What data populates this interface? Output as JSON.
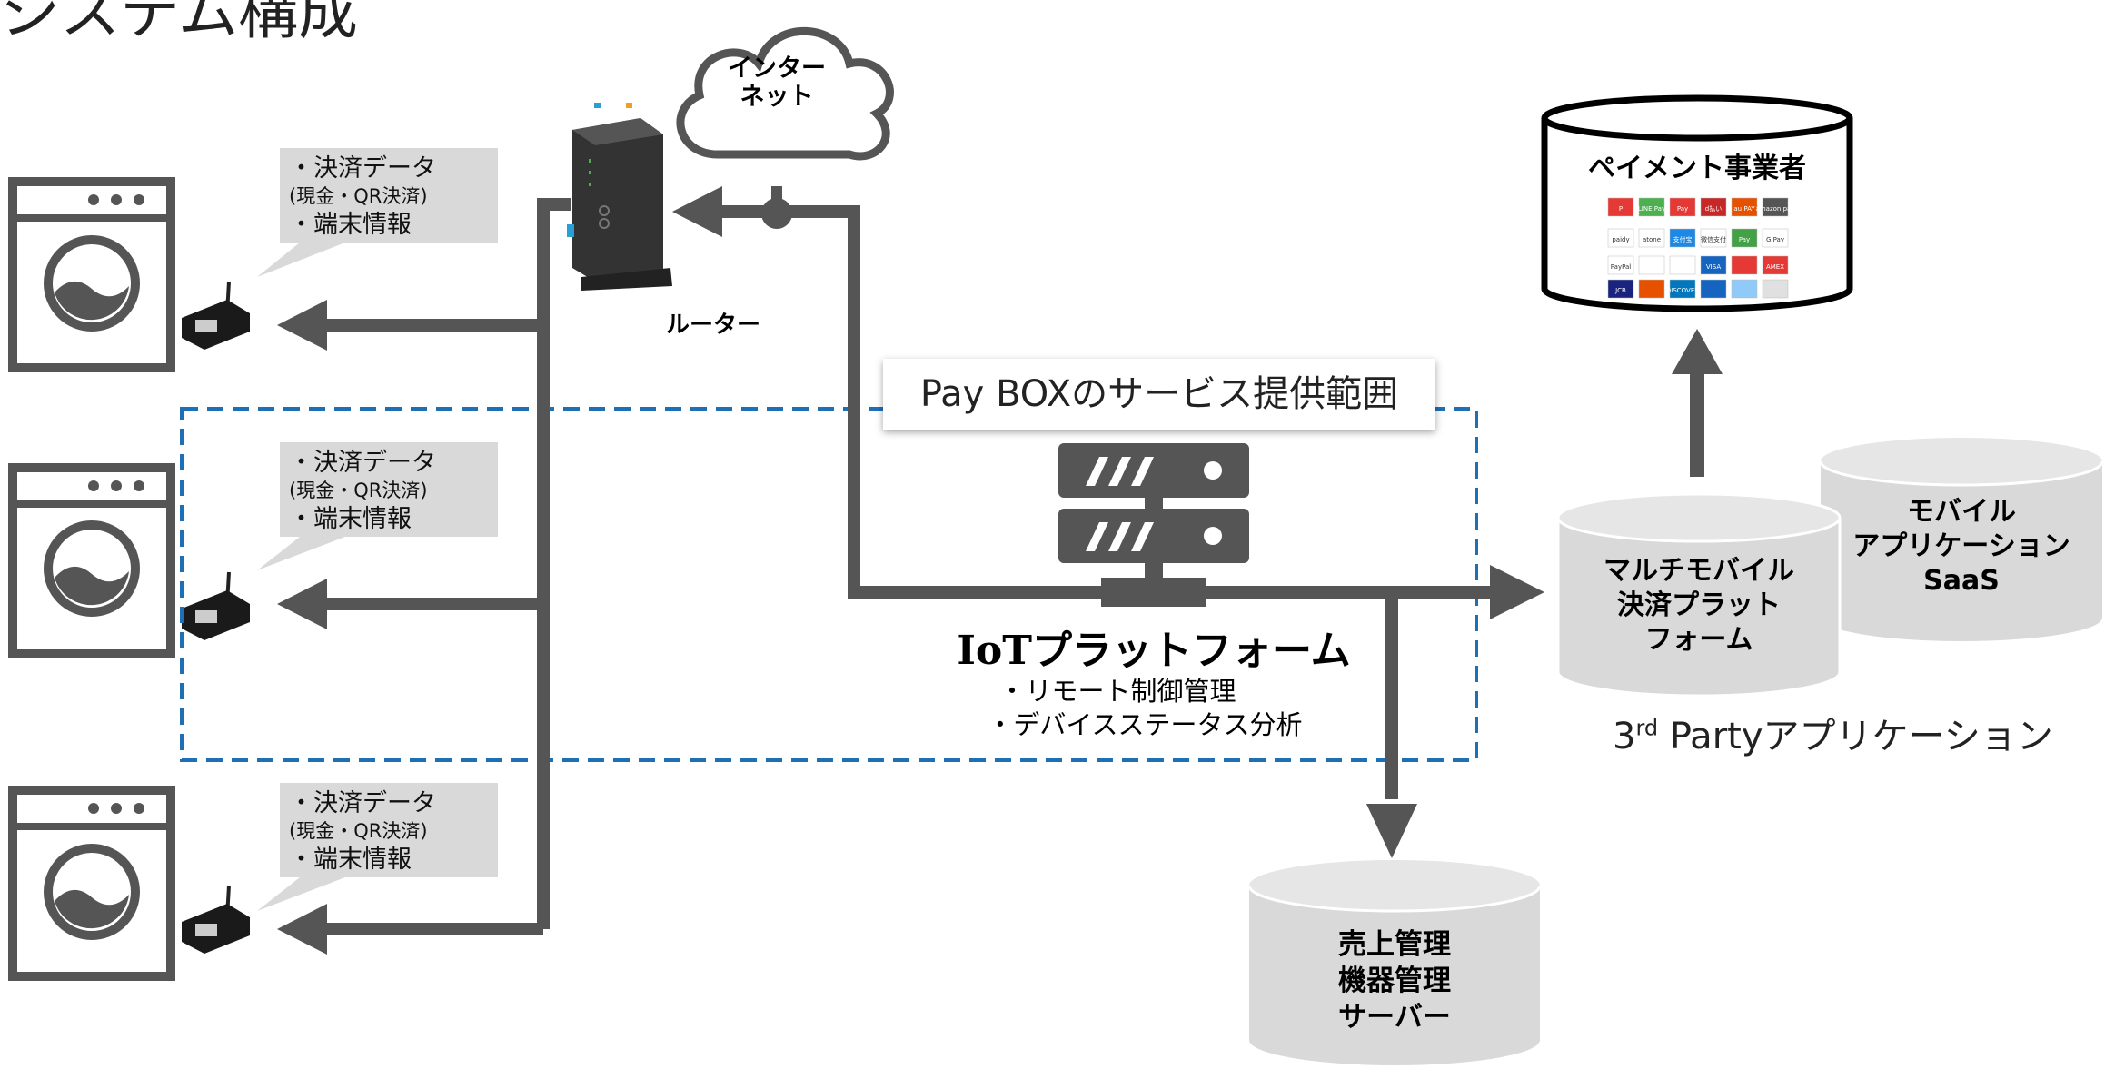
{
  "title": "システム構成",
  "internet": "インター\nネット",
  "router": "ルーター",
  "callouts": [
    {
      "line1": "・決済データ",
      "line2": "(現金・QR決済)",
      "line3": "・端末情報"
    },
    {
      "line1": "・決済データ",
      "line2": "(現金・QR決済)",
      "line3": "・端末情報"
    },
    {
      "line1": "・決済データ",
      "line2": "(現金・QR決済)",
      "line3": "・端末情報"
    }
  ],
  "scope_label": "Pay BOXのサービス提供範囲",
  "iot": {
    "title": "IoTプラットフォーム",
    "items": [
      "・リモート制御管理",
      "・デバイスステータス分析"
    ]
  },
  "payment": {
    "title": "ペイメント事業者",
    "logos": [
      "P",
      "LINE Pay",
      "Pay",
      "d払い",
      "au PAY",
      "amazon pay",
      "paidy",
      "atone",
      "支付宝",
      "微信支付",
      " Pay",
      "G Pay",
      "PayPal",
      "",
      "",
      "VISA",
      "",
      "AMEX",
      "JCB",
      "",
      "DISCOVER"
    ]
  },
  "multi_mobile": "マルチモバイル\n決済プラット\nフォーム",
  "mobile_saas": "モバイル\nアプリケーション\nSaaS",
  "third_party": {
    "pre": "3",
    "sup": "rd",
    "post": " Partyアプリケーション"
  },
  "sales_server": "売上管理\n機器管理\nサーバー",
  "colors": {
    "line": "#555555",
    "scope": "#1f6fb5",
    "callout": "#d9d9d9",
    "cylinder": "#d9d9d9"
  }
}
